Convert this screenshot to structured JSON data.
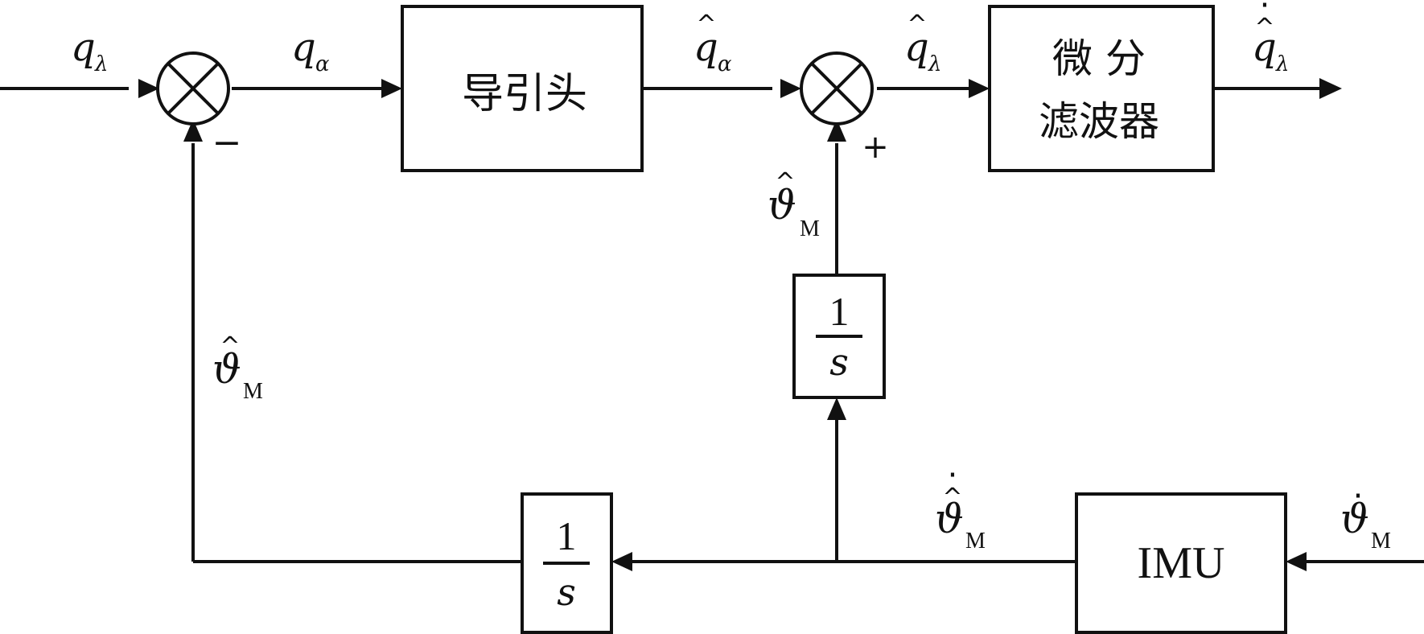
{
  "blocks": {
    "seeker": "导引头",
    "diff_filter_line1": "微 分",
    "diff_filter_line2": "滤波器",
    "imu": "IMU",
    "integrator_numerator": "1",
    "integrator_denominator": "s"
  },
  "signals": {
    "q": "q",
    "theta": "ϑ",
    "sub_lambda": "λ",
    "sub_alpha": "α",
    "sub_M": "M",
    "hat": "^",
    "dot": "·"
  },
  "signs": {
    "minus": "−",
    "plus": "+"
  }
}
